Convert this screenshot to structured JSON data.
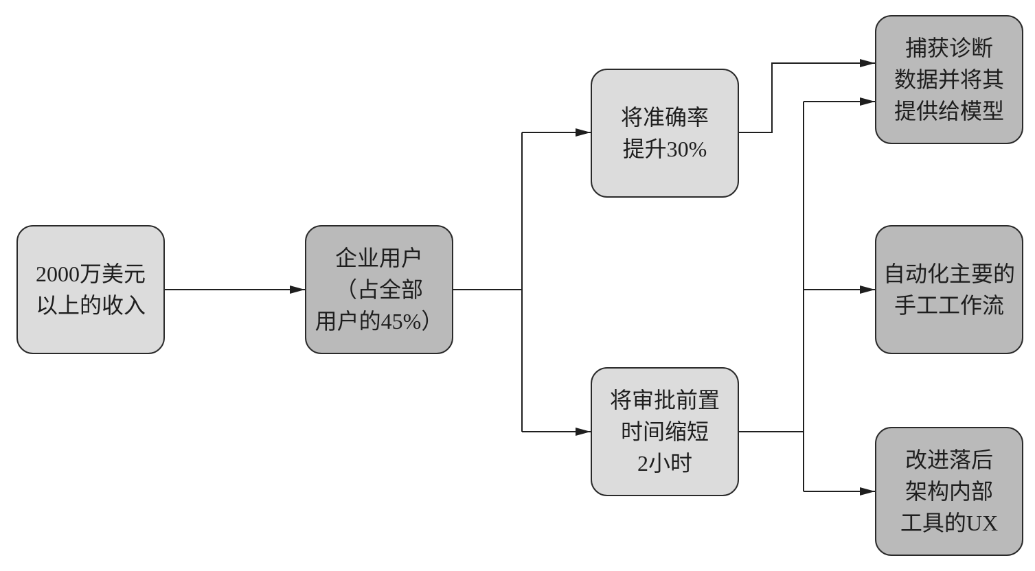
{
  "colors": {
    "light_fill": "#dcdcdc",
    "dark_fill": "#bababa",
    "stroke": "#2a2a2a"
  },
  "nodes": {
    "revenue": {
      "lines": [
        "2000万美元",
        "以上的收入"
      ]
    },
    "enterprise_users": {
      "lines": [
        "企业用户",
        "（占全部",
        "用户的45%）"
      ]
    },
    "accuracy": {
      "lines": [
        "将准确率",
        "提升30%"
      ]
    },
    "approval": {
      "lines": [
        "将审批前置",
        "时间缩短",
        "2小时"
      ]
    },
    "diagnostic": {
      "lines": [
        "捕获诊断",
        "数据并将其",
        "提供给模型"
      ]
    },
    "automate": {
      "lines": [
        "自动化主要的",
        "手工工作流"
      ]
    },
    "ux": {
      "lines": [
        "改进落后",
        "架构内部",
        "工具的UX"
      ]
    }
  }
}
